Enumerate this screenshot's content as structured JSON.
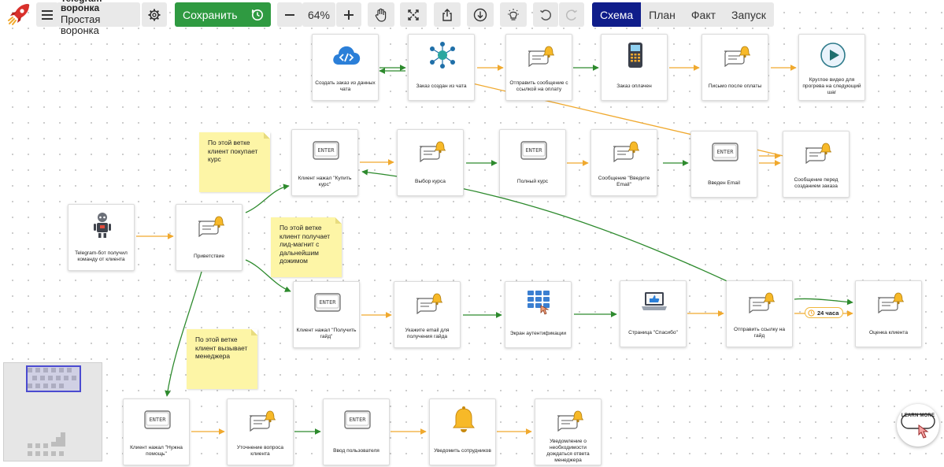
{
  "header": {
    "project": "Telegram воронка",
    "funnel": "Простая воронка",
    "save_label": "Сохранить",
    "zoom": "64%"
  },
  "tabs": [
    {
      "label": "Схема",
      "active": true
    },
    {
      "label": "План",
      "active": false
    },
    {
      "label": "Факт",
      "active": false
    },
    {
      "label": "Запуск",
      "active": false
    }
  ],
  "nodes": {
    "create_order": "Создать заказ из данных чата",
    "order_created": "Заказ создан из чата",
    "send_pay_link": "Отправить сообщение с ссылкой на оплату",
    "order_paid": "Заказ оплачен",
    "after_pay_letter": "Письмо после оплаты",
    "round_video": "Круглое видео для прогрева на следующий шаг",
    "click_buy": "Клиент нажал \"Купить курс\"",
    "choose_course": "Выбор курса",
    "full_course": "Полный курс",
    "enter_email_msg": "Сообщение \"Введите Email\"",
    "email_entered": "Введен Email",
    "before_order_msg": "Сообщение перед созданием заказа",
    "bot_command": "Telegram-бот получил команду от клиента",
    "greeting": "Приветствие",
    "click_guide": "Клиент нажал \"Получить гайд\"",
    "specify_email": "Укажите email для получения гайда",
    "auth_screen": "Экран аутентификации",
    "thanks_page": "Страница \"Спасибо\"",
    "send_guide_link": "Отправить ссылку на гайд",
    "client_rating": "Оценка клиента",
    "click_help": "Клиент нажал \"Нужна помощь\"",
    "clarify_question": "Уточнение вопроса клиента",
    "user_input": "Ввод пользователя",
    "notify_staff": "Уведомить сотрудников",
    "notify_wait": "Уведомление о необходимости дождаться ответа менеджера"
  },
  "notes": {
    "buy_course": "По этой ветке клиент покупает курс",
    "lead_magnet": "По этой ветке клиент получает лид-магнит с дальнейшим дожимом",
    "call_manager": "По этой ветке клиент вызывает менеджера"
  },
  "delay_label": "24 часа",
  "learn_more": "LEARN MORE",
  "colors": {
    "accent": "#0f1d8a",
    "save": "#2f9a41",
    "edge_green": "#2d8a2d",
    "edge_orange": "#f0a92e",
    "note": "#fdf5a6"
  },
  "icons": {
    "message": "message-bell-icon",
    "enter": "enter-key-icon",
    "cloud": "cloud-code-icon",
    "network": "network-node-icon",
    "terminal": "payment-terminal-icon",
    "play": "play-video-icon",
    "robot": "robot-icon",
    "keypad": "keypad-icon",
    "laptop": "laptop-like-icon",
    "bell": "bell-icon"
  }
}
